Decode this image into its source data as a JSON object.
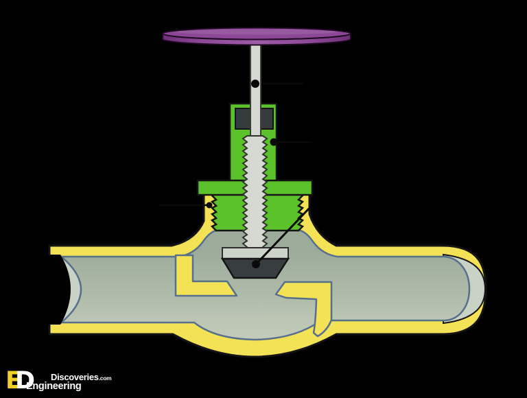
{
  "page": {
    "background": "#000000",
    "description": "Globe valve cross-section diagram"
  },
  "logo": {
    "monogram_e": "E",
    "monogram_d": "D",
    "brand": "Discoveries",
    "tld": ".com",
    "division": "Engineering"
  },
  "diagram": {
    "type": "globe-valve-cross-section",
    "callout_count": 4
  },
  "colors": {
    "background": "#000000",
    "body_yellow": "#f4e256",
    "bonnet_green": "#5bc22c",
    "handwheel_purple": "#8c4796",
    "handwheel_purple_light": "#a05cab",
    "handwheel_purple_dark": "#6e3078",
    "stem_gray": "#d6d9d1",
    "plug_dark": "#383d40",
    "packing_dark": "#363b3e",
    "plug_band_gray": "#ccd3c9",
    "bore_dark": "#9cab9a",
    "bore_light": "#c6cfbc",
    "cut_surface": "#c9d3c5",
    "outline_dark": "#141414",
    "outline_blue": "#56708c",
    "callout_black": "#0a0a0a",
    "logo_yellow": "#f0cf2a",
    "logo_white": "#ffffff"
  }
}
